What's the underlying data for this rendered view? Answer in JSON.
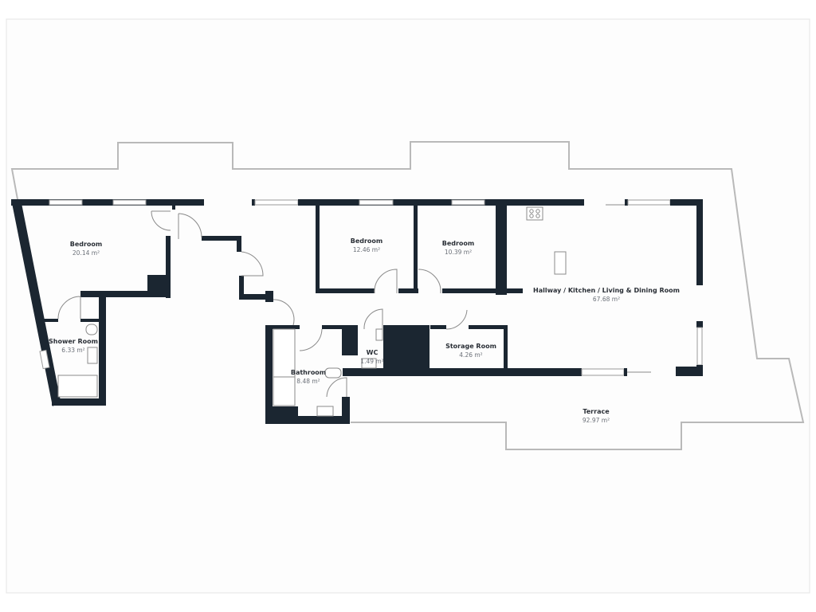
{
  "plan": {
    "colors": {
      "wall": "#1b2631",
      "terrace_outline": "#b9b9b9",
      "background": "#fdfdfd"
    },
    "rooms": [
      {
        "name": "Bedroom",
        "area": "20.14 m²"
      },
      {
        "name": "Shower Room",
        "area": "6.33 m²"
      },
      {
        "name": "Bedroom",
        "area": "12.46 m²"
      },
      {
        "name": "Bedroom",
        "area": "10.39 m²"
      },
      {
        "name": "Hallway / Kitchen / Living & Dining Room",
        "area": "67.68 m²"
      },
      {
        "name": "WC",
        "area": "1.49 m²"
      },
      {
        "name": "Bathroom",
        "area": "8.48 m²"
      },
      {
        "name": "Storage Room",
        "area": "4.26 m²"
      },
      {
        "name": "Terrace",
        "area": "92.97 m²"
      }
    ]
  }
}
